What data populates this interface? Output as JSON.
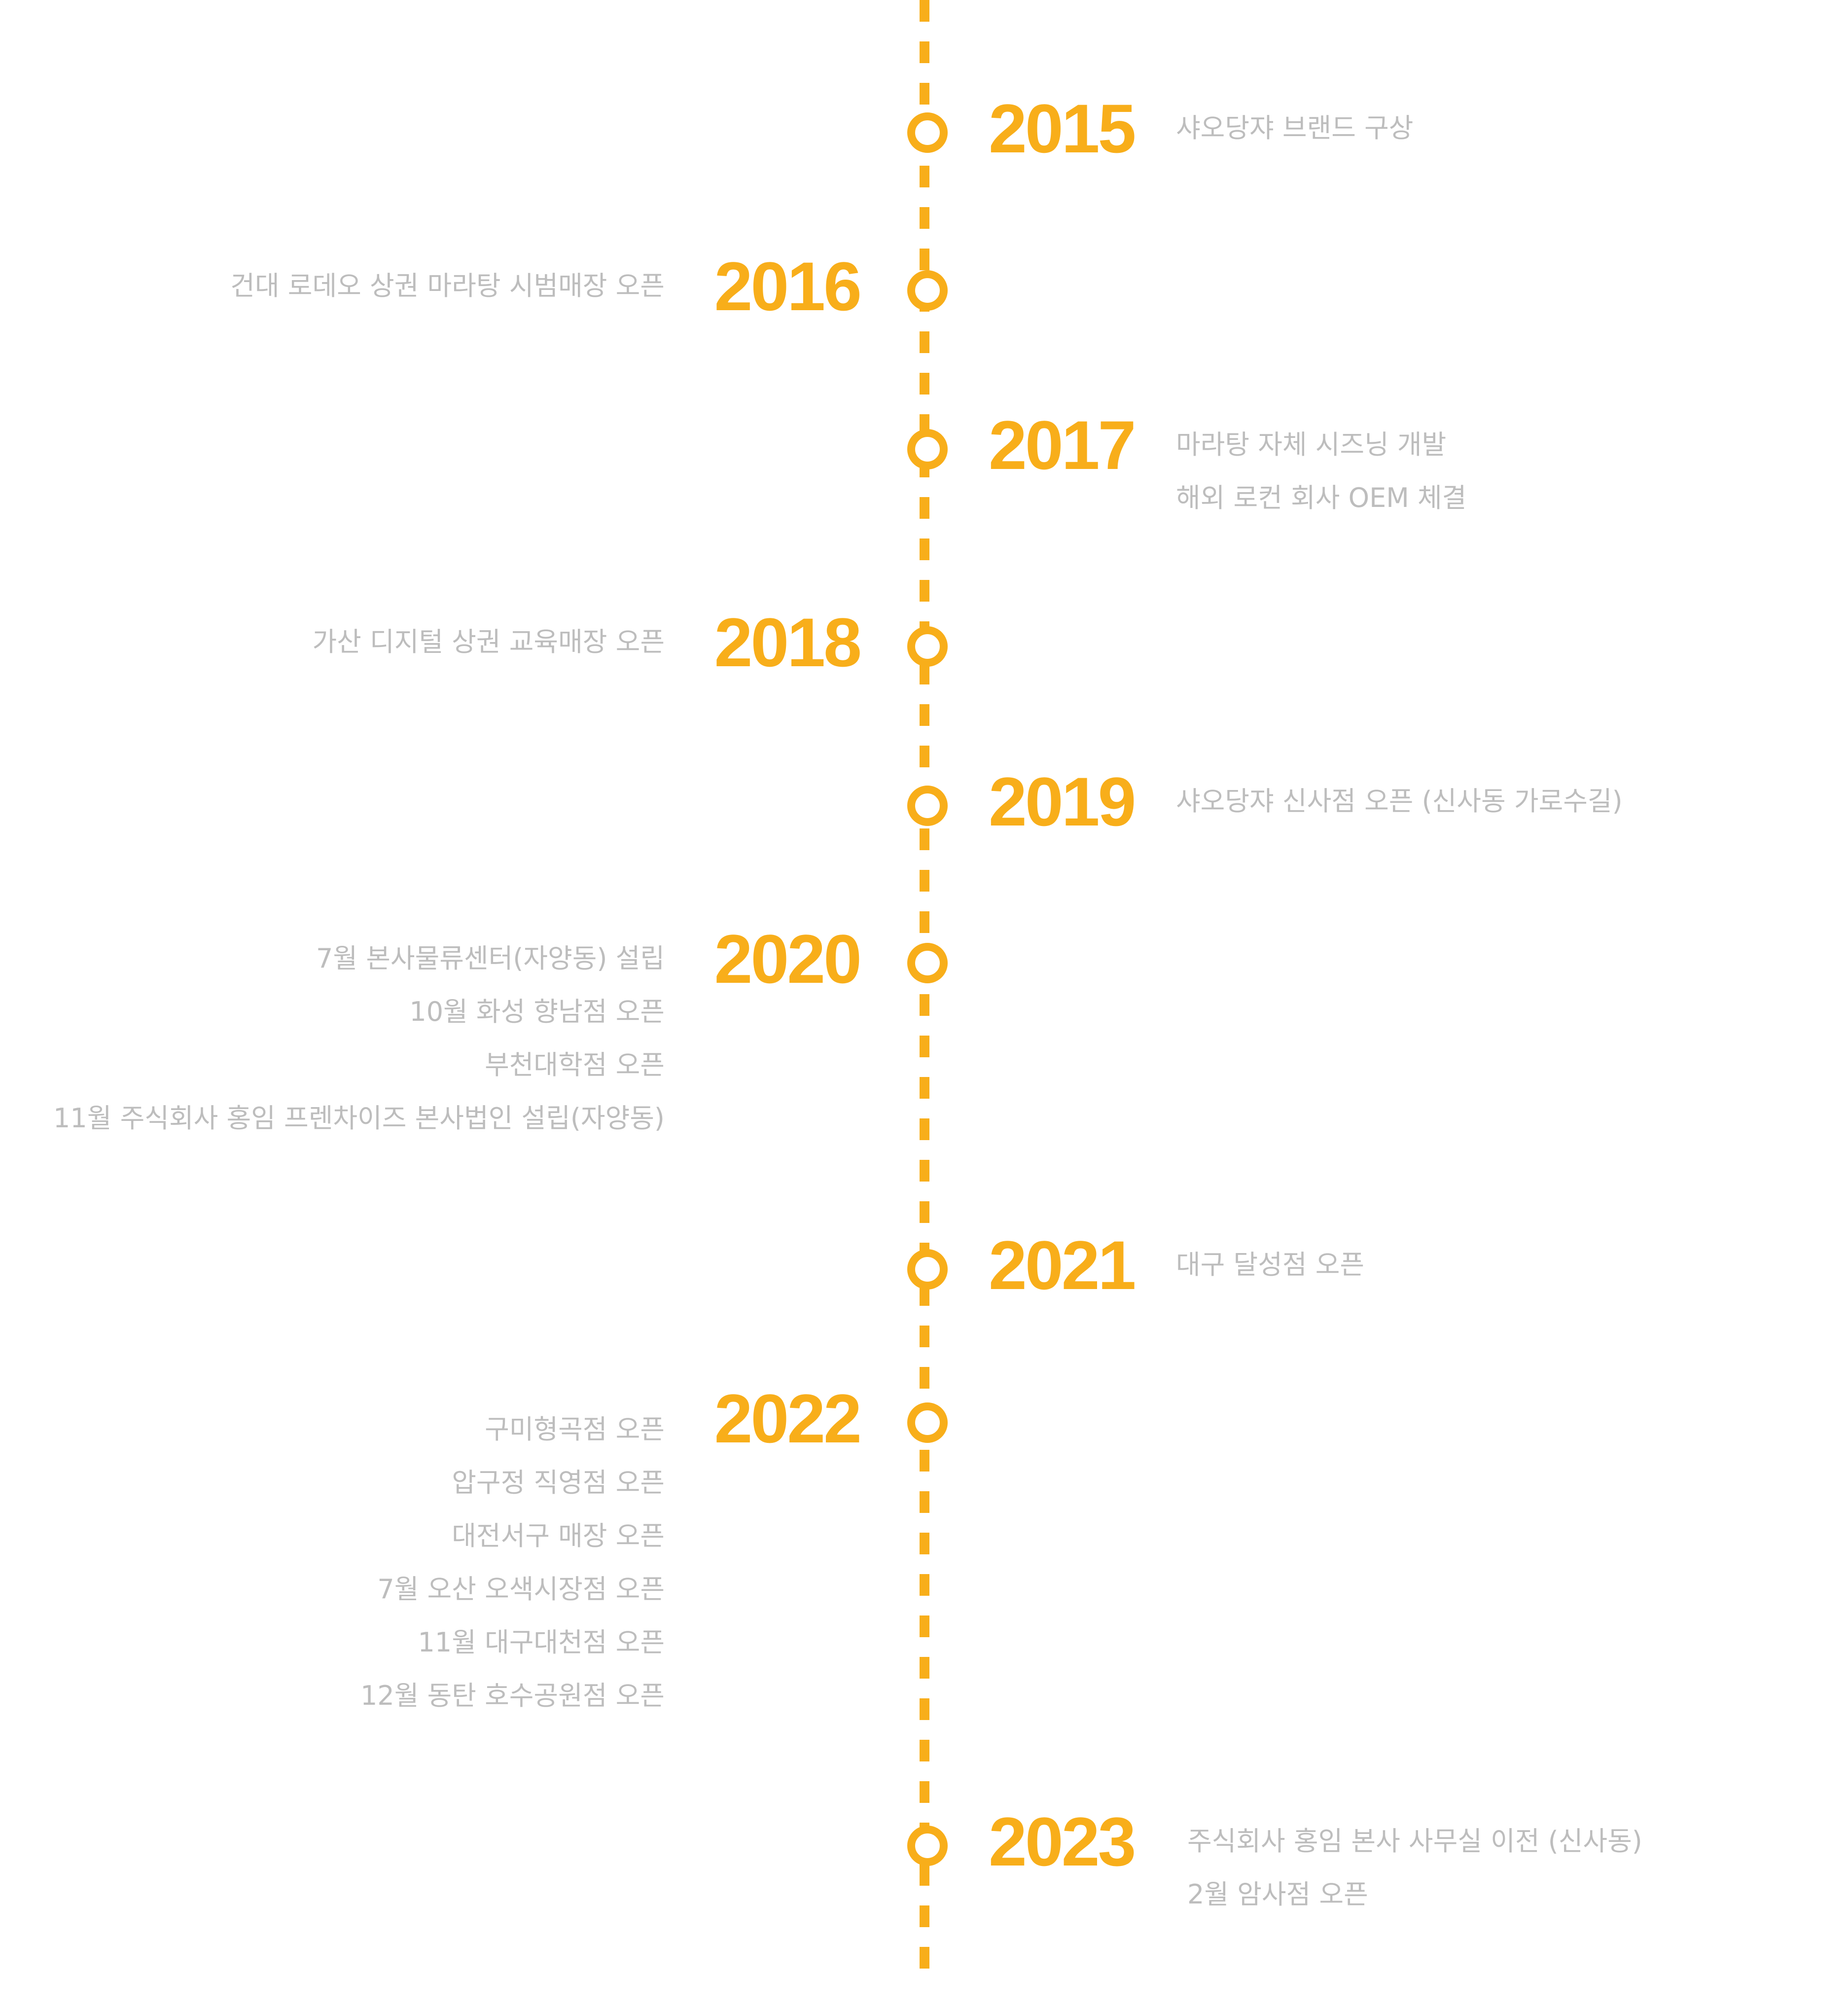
{
  "accent_color": "#F8AE1A",
  "text_color": "#bdbdbd",
  "timeline": [
    {
      "year": "2015",
      "side": "right",
      "events": [
        "샤오당쟈 브랜드 구상"
      ]
    },
    {
      "year": "2016",
      "side": "left",
      "events": [
        "건대 로데오 상권 마라탕 시범매장 오픈"
      ]
    },
    {
      "year": "2017",
      "side": "right",
      "events": [
        "마라탕 자체 시즈닝 개발",
        "해외 로컨 회사 OEM 체결"
      ]
    },
    {
      "year": "2018",
      "side": "left",
      "events": [
        "가산 디지털 상권 교육매장 오픈"
      ]
    },
    {
      "year": "2019",
      "side": "right",
      "events": [
        "샤오당쟈 신사점 오픈 (신사동 가로수길)"
      ]
    },
    {
      "year": "2020",
      "side": "left",
      "events": [
        "7월 본사물류센터(자양동) 설립",
        "10월 화성 향남점 오픈",
        "부천대학점 오픈",
        "11월 주식회사 홍임 프렌차이즈 본사법인 설립(자양동)"
      ]
    },
    {
      "year": "2021",
      "side": "right",
      "events": [
        "대구 달성점 오픈"
      ]
    },
    {
      "year": "2022",
      "side": "left",
      "events": [
        "구미형곡점 오픈",
        "압구정 직영점 오픈",
        "대전서구 매장 오픈",
        "7월 오산 오색시장점 오픈",
        "11월 대구대천점 오픈",
        "12월 동탄 호수공원점 오픈"
      ]
    },
    {
      "year": "2023",
      "side": "right",
      "events": [
        "주식회사 홍임 본사 사무실 이전 (신사동)",
        "2월 암사점 오픈"
      ]
    }
  ]
}
